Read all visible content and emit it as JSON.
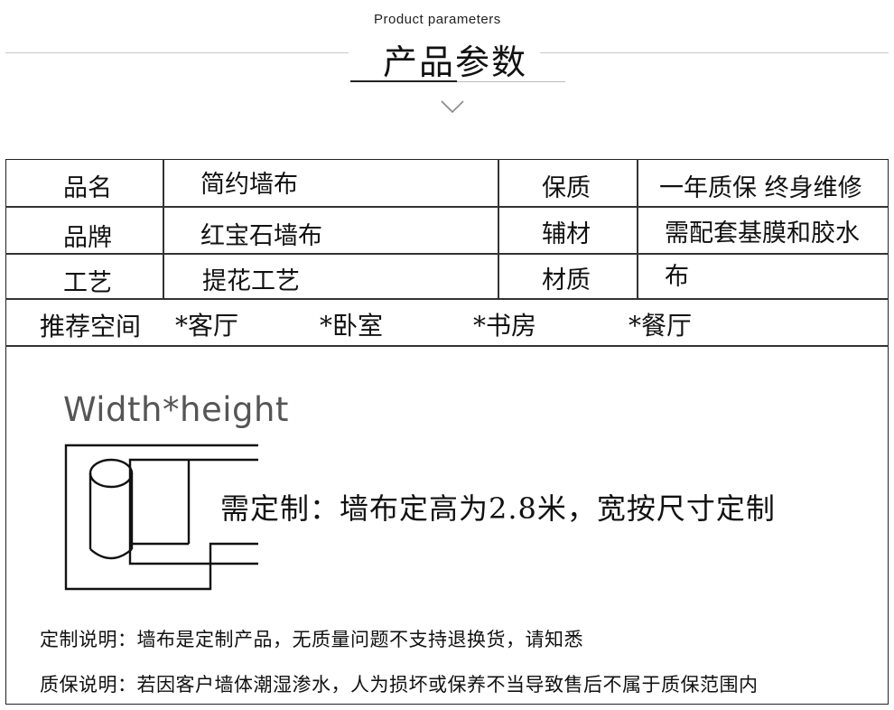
{
  "header": {
    "subtitle": "Product parameters",
    "title": "产品参数"
  },
  "params": [
    {
      "label": "品名",
      "value": "简约墙布",
      "label2": "保质",
      "value2": "一年质保 终身维修"
    },
    {
      "label": "品牌",
      "value": "红宝石墙布",
      "label2": "辅材",
      "value2": "需配套基膜和胶水"
    },
    {
      "label": "工艺",
      "value": "提花工艺",
      "label2": "材质",
      "value2": "布"
    }
  ],
  "spaces": {
    "label": "推荐空间",
    "items": [
      "*客厅",
      "*卧室",
      "*书房",
      "*餐厅"
    ]
  },
  "size": {
    "label": "Width*height",
    "custom_note": "需定制：墙布定高为2.8米，宽按尺寸定制"
  },
  "notes": {
    "custom": "定制说明：墙布是定制产品，无质量问题不支持退换货，请知悉",
    "warranty": "质保说明：若因客户墙体潮湿渗水，人为损坏或保养不当导致售后不属于质保范围内"
  }
}
